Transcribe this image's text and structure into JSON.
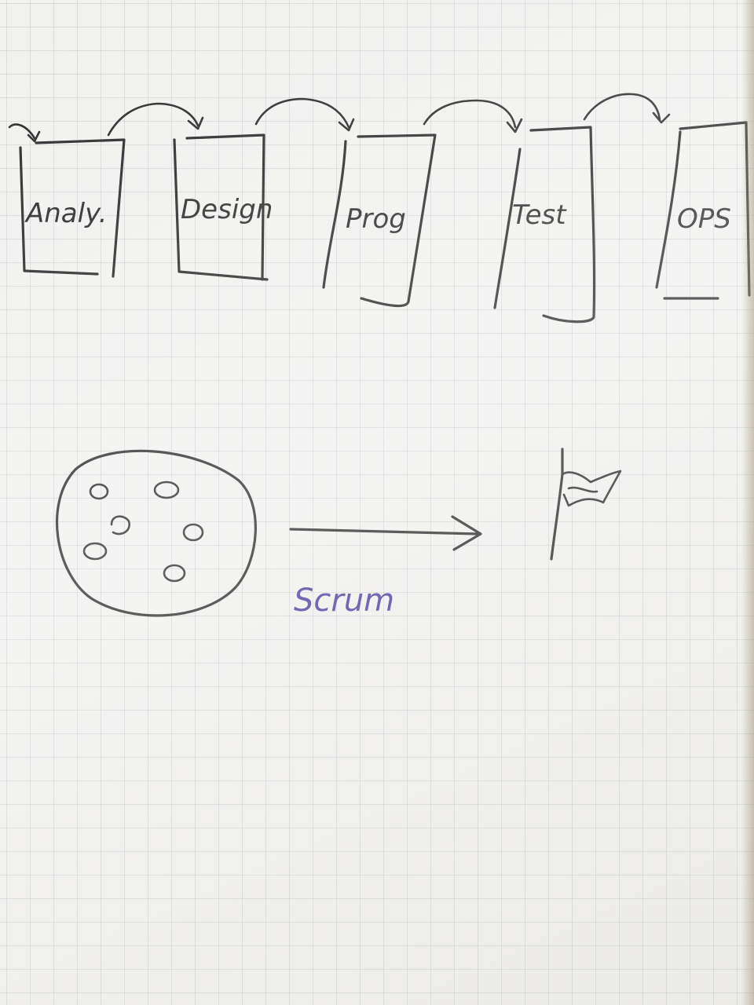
{
  "phases": [
    {
      "label": "Analy."
    },
    {
      "label": "Design"
    },
    {
      "label": "Prog"
    },
    {
      "label": "Test"
    },
    {
      "label": "OPS"
    }
  ],
  "scrum": {
    "label": "Scrum"
  },
  "colors": {
    "ink": "#2a2a2c",
    "blue_ink": "#4a3aa0",
    "paper": "#f1f1ee",
    "grid": "#96a5af"
  }
}
